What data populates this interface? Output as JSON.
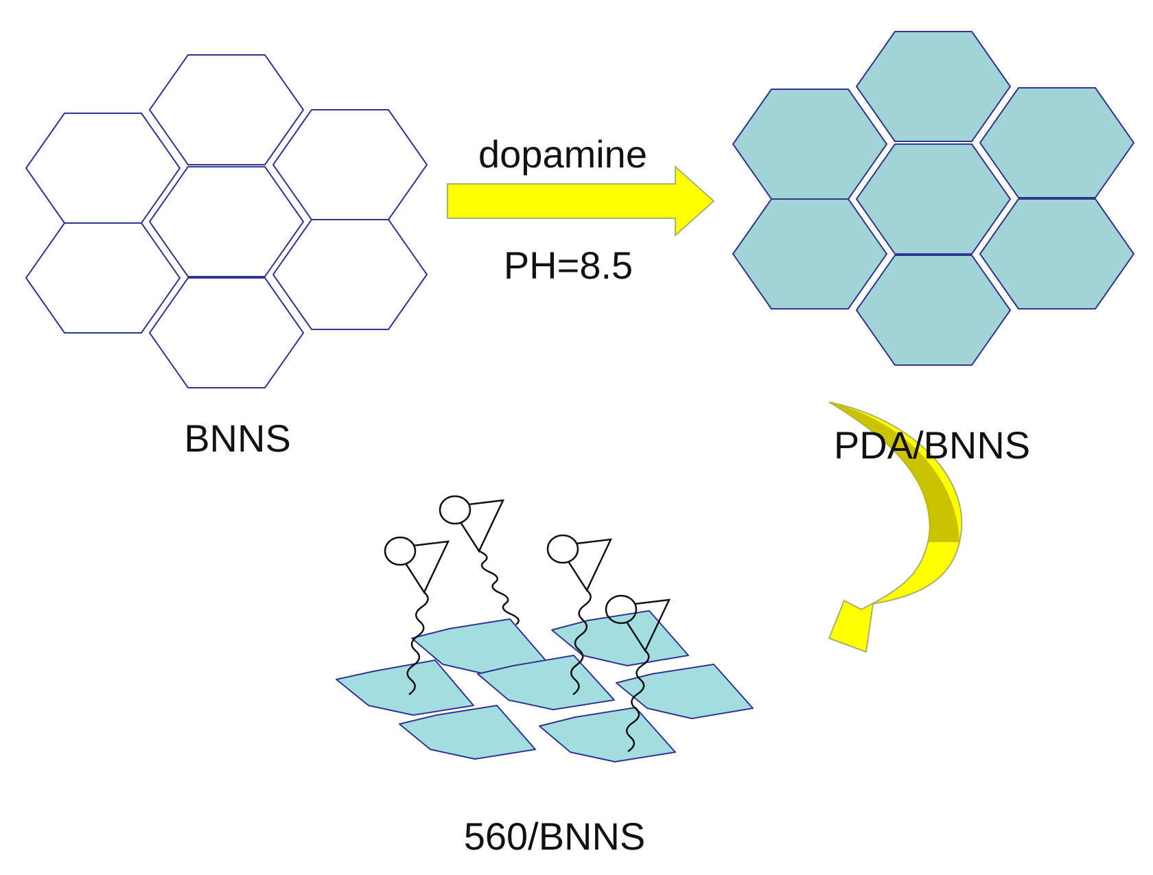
{
  "labels": {
    "bnns": "BNNS",
    "pda_bnns": "PDA/BNNS",
    "s560_bnns": "560/BNNS",
    "arrow_top": "dopamine",
    "arrow_bottom": "PH=8.5"
  },
  "colors": {
    "hex_stroke": "#2f3590",
    "hex_fill_pda": "#a1d3d7",
    "hex_fill_flat": "#a3dde0",
    "arrow_fill": "#ffff00",
    "arrow_stroke": "#a9b26e",
    "curve_shade": "#c2b800",
    "chain_stroke": "#111111"
  },
  "icons": {
    "reaction_arrow": "right-arrow-icon",
    "curved_arrow": "curved-arrow-icon",
    "grafted_chain": "polymer-chain-icon"
  }
}
